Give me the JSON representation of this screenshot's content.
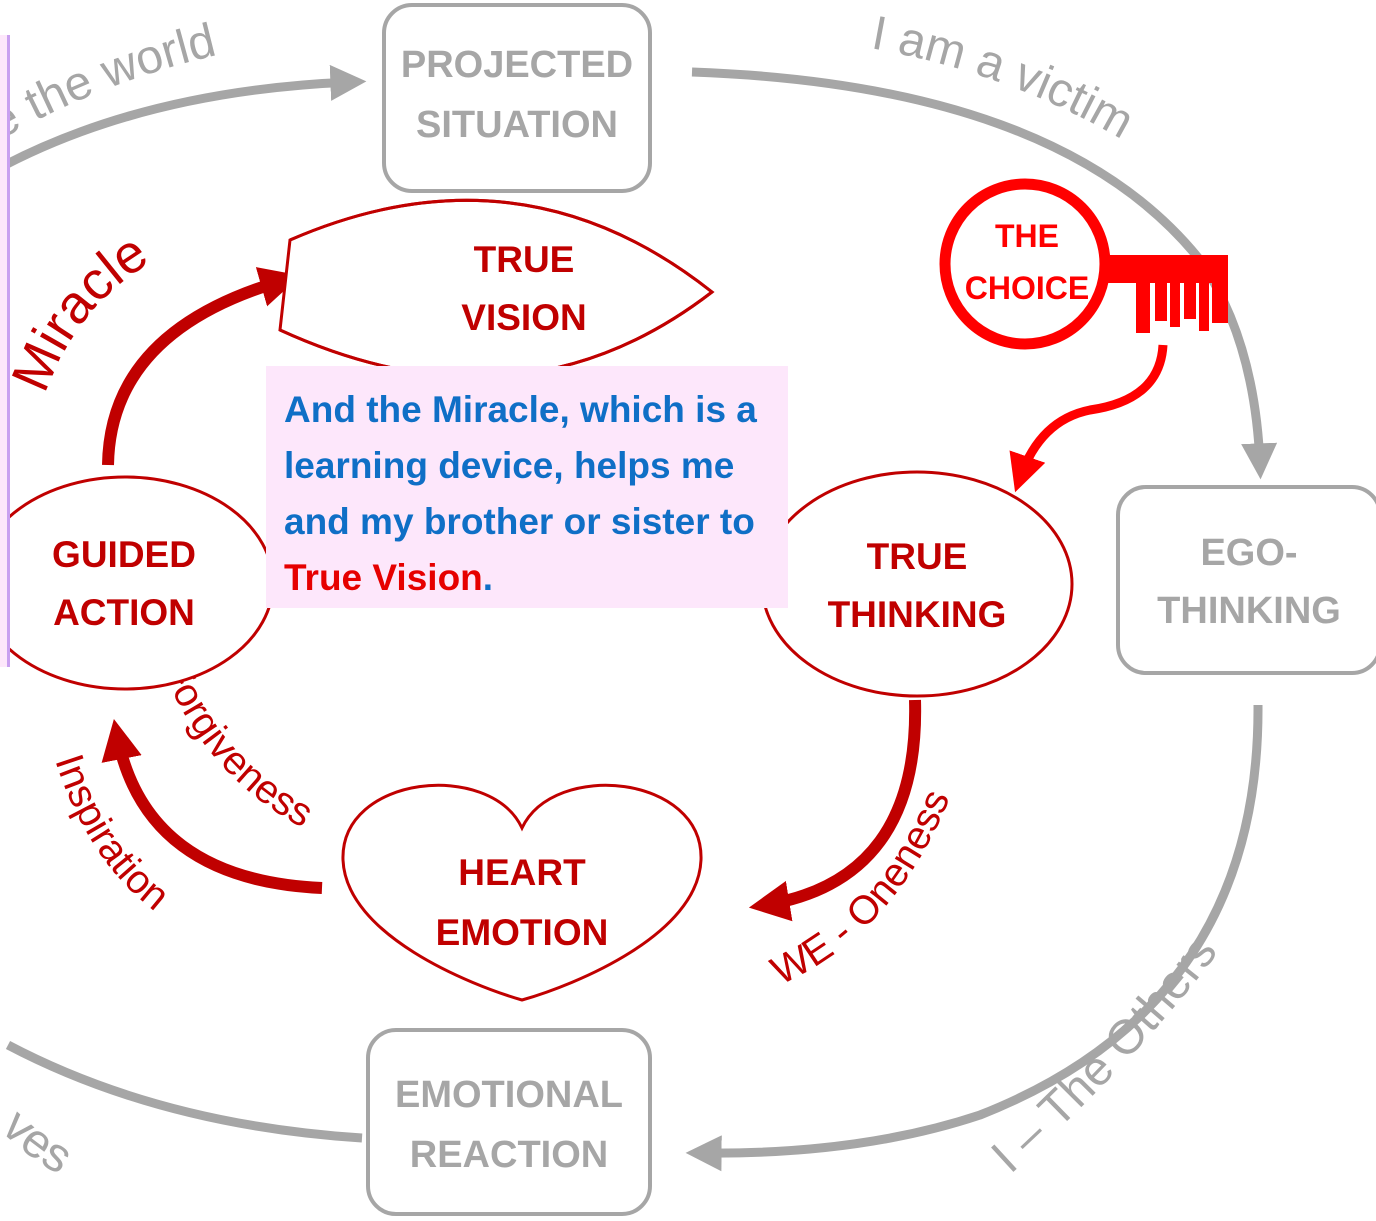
{
  "outer_cycle": {
    "boxes": {
      "projected_situation": [
        "PROJECTED",
        "SITUATION"
      ],
      "ego_thinking": [
        "EGO-",
        "THINKING"
      ],
      "emotional_reaction": [
        "EMOTIONAL",
        "REACTION"
      ]
    },
    "labels": {
      "top_left": "e the world",
      "top_right": "I am a victim",
      "bottom_right": "I – The Others",
      "bottom_left": "ves"
    },
    "color": "#a6a6a6"
  },
  "inner_cycle": {
    "nodes": {
      "true_vision": [
        "TRUE",
        "VISION"
      ],
      "true_thinking": [
        "TRUE",
        "THINKING"
      ],
      "heart_emotion": [
        "HEART",
        "EMOTION"
      ],
      "guided_action": [
        "GUIDED",
        "ACTION"
      ]
    },
    "labels": {
      "miracle": "Miracle",
      "we_oneness": "WE - Oneness",
      "forgiveness": "Forgiveness",
      "inspiration": "Inspiration"
    },
    "color": "#c00000"
  },
  "key": {
    "label": [
      "THE",
      "CHOICE"
    ],
    "color": "#ff0000"
  },
  "note": {
    "text_before": "And the Miracle, which is a learning device, helps me and my brother or sister to ",
    "highlight": "True Vision",
    "text_after": ".",
    "text_color": "#0f6fc6",
    "highlight_color": "#e60000",
    "background": "#fde7fb"
  }
}
